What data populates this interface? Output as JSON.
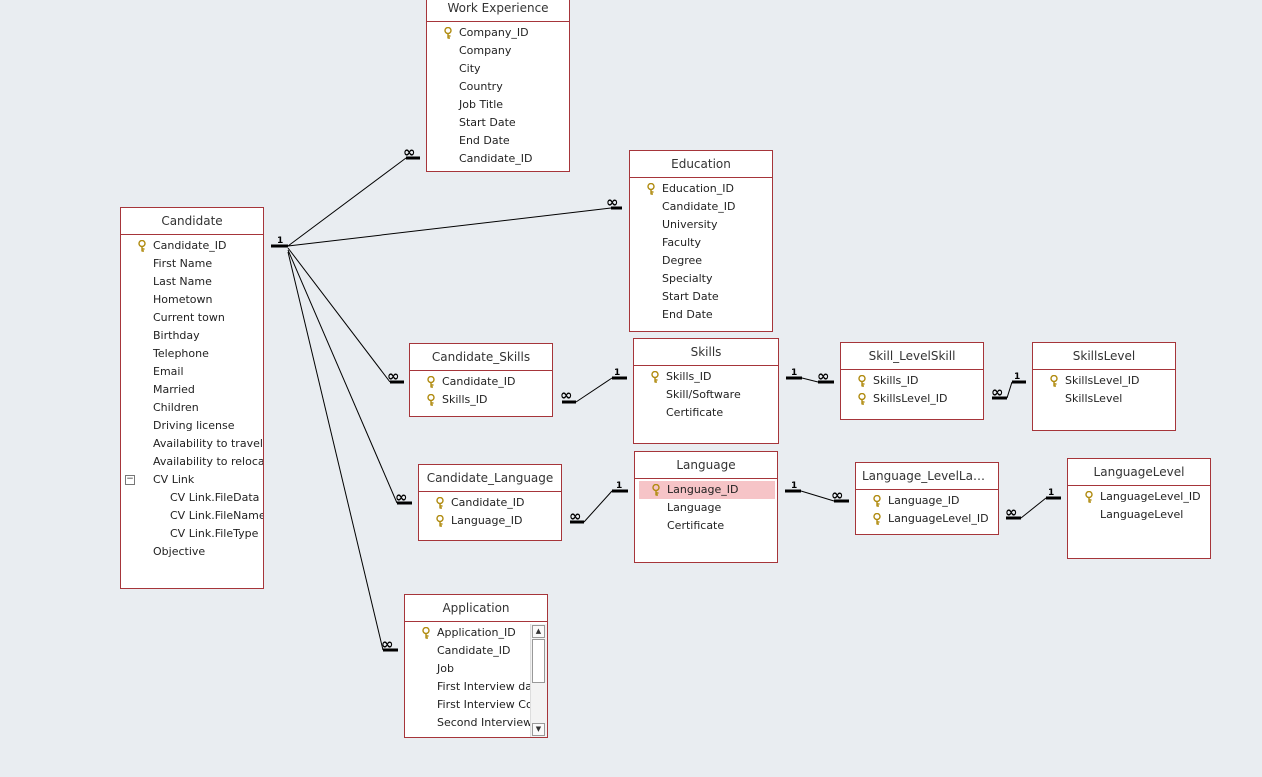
{
  "relationship_one": "1",
  "relationship_many": "∞",
  "colors": {
    "canvas": "#e9edf1",
    "table_border": "#a6353a",
    "selected_field": "#f6c4c7",
    "key": "#c9a227"
  },
  "tables": {
    "work_experience": {
      "title": "Work Experience",
      "fields": [
        "Company_ID",
        "Company",
        "City",
        "Country",
        "Job  Title",
        "Start Date",
        "End Date",
        "Candidate_ID"
      ]
    },
    "education": {
      "title": "Education",
      "fields": [
        "Education_ID",
        "Candidate_ID",
        "University",
        "Faculty",
        "Degree",
        "Specialty",
        "Start Date",
        "End Date"
      ]
    },
    "candidate": {
      "title": "Candidate",
      "fields": [
        "Candidate_ID",
        "First Name",
        "Last Name",
        "Hometown",
        "Current town",
        "Birthday",
        "Telephone",
        "Email",
        "Married",
        "Children",
        "Driving license",
        "Availability to travel",
        "Availability to relocate",
        "CV Link",
        "CV Link.FileData",
        "CV Link.FileName",
        "CV Link.FileType",
        "Objective"
      ]
    },
    "candidate_skills": {
      "title": "Candidate_Skills",
      "fields": [
        "Candidate_ID",
        "Skills_ID"
      ]
    },
    "skills": {
      "title": "Skills",
      "fields": [
        "Skills_ID",
        "Skill/Software",
        "Certificate"
      ]
    },
    "skill_levelskill": {
      "title": "Skill_LevelSkill",
      "fields": [
        "Skills_ID",
        "SkillsLevel_ID"
      ]
    },
    "skillslevel": {
      "title": "SkillsLevel",
      "fields": [
        "SkillsLevel_ID",
        "SkillsLevel"
      ]
    },
    "candidate_language": {
      "title": "Candidate_Language",
      "fields": [
        "Candidate_ID",
        "Language_ID"
      ]
    },
    "language": {
      "title": "Language",
      "fields": [
        "Language_ID",
        "Language",
        "Certificate"
      ]
    },
    "language_levellanguage": {
      "title": "Language_LevelLangua...",
      "fields": [
        "Language_ID",
        "LanguageLevel_ID"
      ]
    },
    "languagelevel": {
      "title": "LanguageLevel",
      "fields": [
        "LanguageLevel_ID",
        "LanguageLevel"
      ]
    },
    "application": {
      "title": "Application",
      "fields": [
        "Application_ID",
        "Candidate_ID",
        "Job",
        "First Interview dat",
        "First Interview Cor",
        "Second Interview"
      ]
    }
  }
}
